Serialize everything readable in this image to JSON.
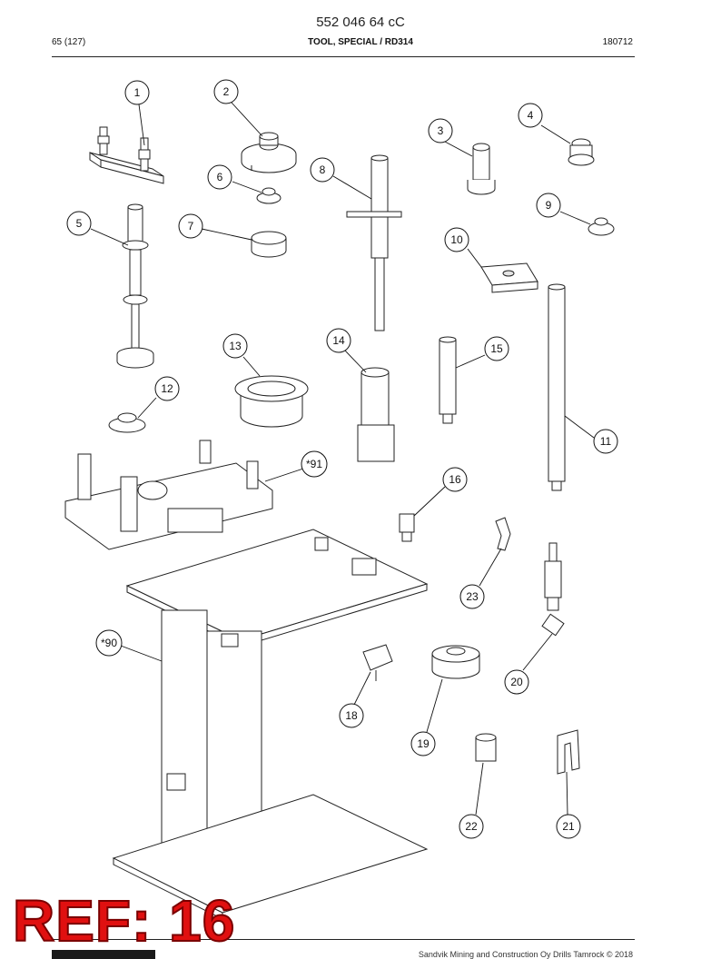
{
  "header": {
    "document_number": "552 046 64 cC",
    "page": "65 (127)",
    "title": "TOOL, SPECIAL / RD314",
    "date_code": "180712"
  },
  "callouts": [
    "1",
    "2",
    "3",
    "4",
    "5",
    "6",
    "7",
    "8",
    "9",
    "10",
    "11",
    "12",
    "13",
    "14",
    "15",
    "16",
    "*90",
    "*91",
    "18",
    "19",
    "20",
    "21",
    "22",
    "23"
  ],
  "stamp": {
    "text": "REF: 16",
    "color": "#e01010"
  },
  "footer": {
    "text": "Sandvik Mining and Construction Oy Drills Tamrock © 2018"
  }
}
